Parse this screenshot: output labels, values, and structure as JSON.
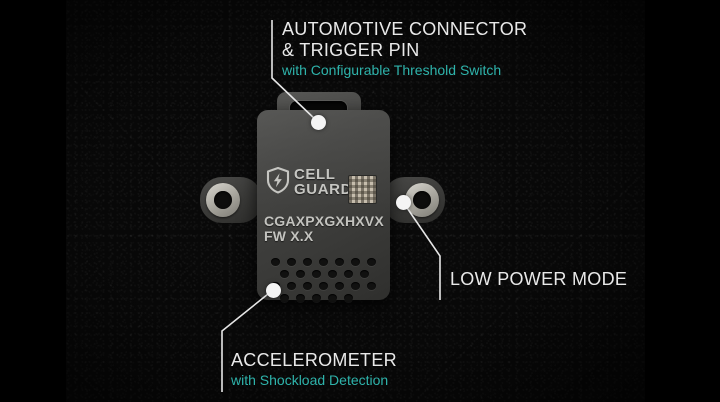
{
  "scene": {
    "background_color": "#0b0b0b",
    "pillarbox_color": "#000000",
    "accent_color": "#2eb3ab",
    "title_color": "#e9e9e9"
  },
  "device": {
    "name": "Cell Guard sensor module",
    "brand_line_1": "CELL",
    "brand_line_2": "GUARD",
    "logo_icon": "shield-lightning-icon",
    "datamatrix_icon": "data-matrix-code",
    "serial_number": "CGAXPXGXHXVX",
    "firmware": "FW X.X",
    "connector_icon": "automotive-connector-port",
    "mount_tab_left_icon": "mounting-grommet-icon",
    "mount_tab_right_icon": "mounting-grommet-icon",
    "vent_rows": [
      [
        1,
        1,
        1,
        1,
        1,
        1,
        1
      ],
      [
        1,
        1,
        1,
        1,
        1,
        1,
        1
      ],
      [
        1,
        1,
        1,
        1,
        1,
        1
      ],
      [
        1,
        1,
        1,
        1,
        1
      ]
    ]
  },
  "callouts": [
    {
      "id": "automotive-connector",
      "title_line_1": "AUTOMOTIVE CONNECTOR",
      "title_line_2": "& TRIGGER PIN",
      "subtitle": "with Configurable Threshold Switch"
    },
    {
      "id": "low-power-mode",
      "title_line_1": "LOW POWER MODE",
      "title_line_2": "",
      "subtitle": ""
    },
    {
      "id": "accelerometer",
      "title_line_1": "ACCELEROMETER",
      "title_line_2": "",
      "subtitle": "with Shockload Detection"
    }
  ]
}
